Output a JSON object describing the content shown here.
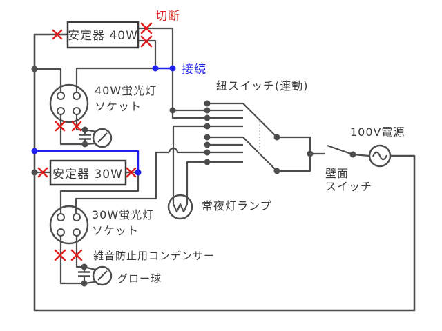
{
  "colors": {
    "wire": "#4d4d4d",
    "blue": "#2020ee",
    "red": "#e02020",
    "text": "#3a3a3a"
  },
  "labels": {
    "cut": "切断",
    "connect": "接続",
    "ballast_40w": "安定器 40W",
    "ballast_30w": "安定器 30W",
    "socket_40w_1": "40W蛍光灯",
    "socket_40w_2": "ソケット",
    "socket_30w_1": "30W蛍光灯",
    "socket_30w_2": "ソケット",
    "pull_switch": "紐スイッチ(連動)",
    "power": "100V電源",
    "wall_switch_1": "壁面",
    "wall_switch_2": "スイッチ",
    "night_lamp": "常夜灯ランプ",
    "capacitor": "雑音防止用コンデンサー",
    "glow_bulb": "グロー球"
  }
}
